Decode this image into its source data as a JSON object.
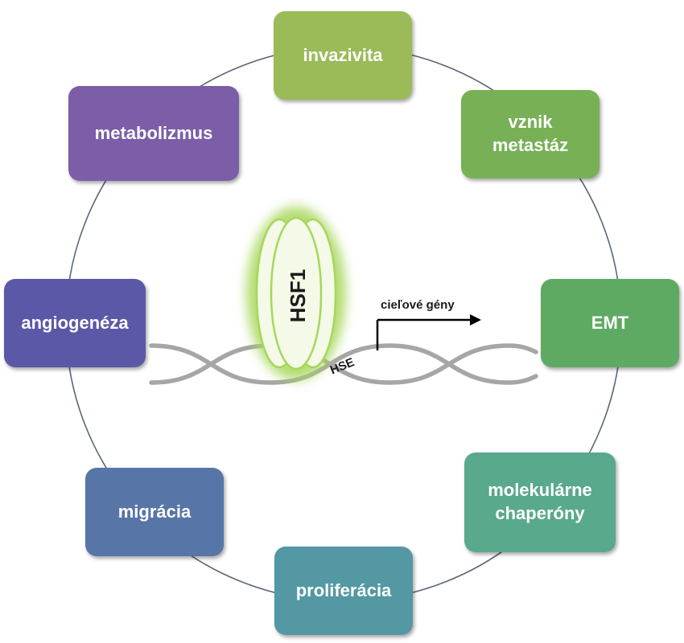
{
  "colors": {
    "ring": "#5a6675",
    "dna": "#a6a6a6",
    "hsf1_fill": "#f4f9e8",
    "hsf1_glow": "#a6d75a",
    "invazivita": "#9bbb59",
    "metastazy": "#77b055",
    "emt": "#5faa63",
    "chaperony": "#59a98c",
    "proliferacia": "#5398a3",
    "migracia": "#5775a6",
    "angiogeneza": "#5c58a8",
    "metabolizmus": "#7b5ea7"
  },
  "boxes": {
    "invazivita": "invazivita",
    "metastazy": "vznik\nmetastáz",
    "emt": "EMT",
    "chaperony": "molekulárne\nchaperóny",
    "proliferacia": "proliferácia",
    "migracia": "migrácia",
    "angiogeneza": "angiogenéza",
    "metabolizmus": "metabolizmus"
  },
  "center": {
    "protein_label": "HSF1",
    "element_label": "HSE",
    "arrow_label": "cieľové gény"
  }
}
